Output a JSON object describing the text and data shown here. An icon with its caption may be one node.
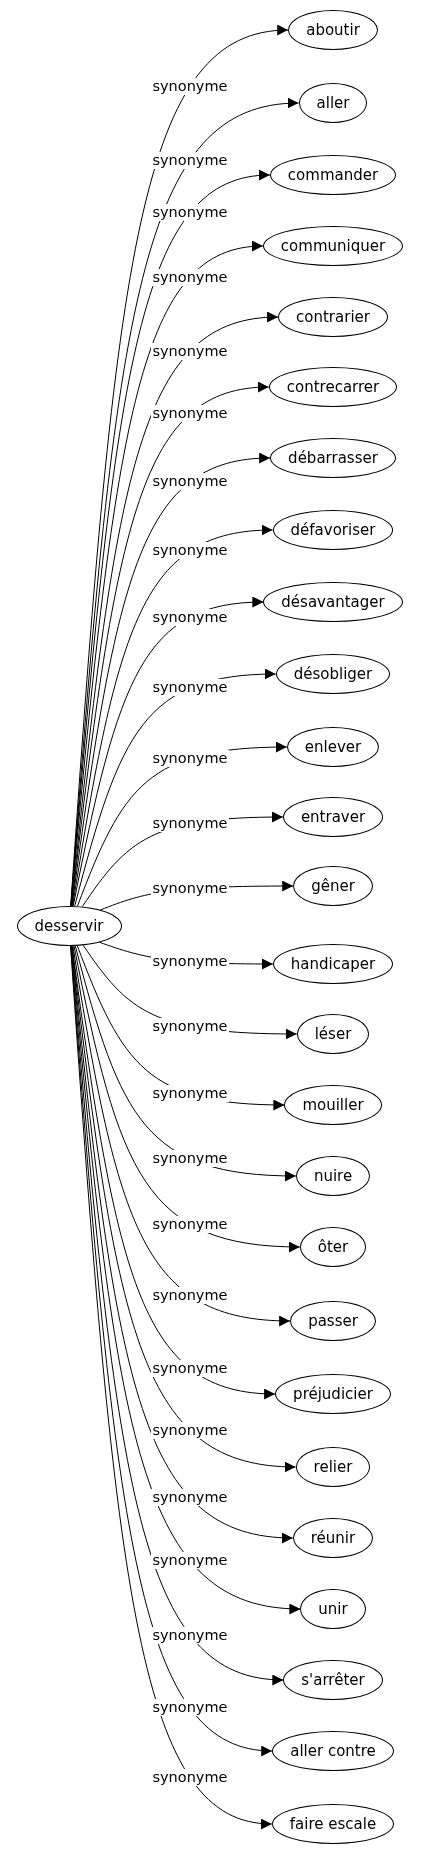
{
  "diagram": {
    "nodes": [
      {
        "text": [
          "desservir"
        ]
      },
      {
        "text": [
          "aboutir"
        ]
      },
      {
        "text": [
          "aller"
        ]
      },
      {
        "text": [
          "commander"
        ]
      },
      {
        "text": [
          "communiquer"
        ]
      },
      {
        "text": [
          "contrarier"
        ]
      },
      {
        "text": [
          "contrecarrer"
        ]
      },
      {
        "text": [
          "débarrasser"
        ]
      },
      {
        "text": [
          "défavoriser"
        ]
      },
      {
        "text": [
          "désavantager"
        ]
      },
      {
        "text": [
          "désobliger"
        ]
      },
      {
        "text": [
          "enlever"
        ]
      },
      {
        "text": [
          "entraver"
        ]
      },
      {
        "text": [
          "gêner"
        ]
      },
      {
        "text": [
          "handicaper"
        ]
      },
      {
        "text": [
          "léser"
        ]
      },
      {
        "text": [
          "mouiller"
        ]
      },
      {
        "text": [
          "nuire"
        ]
      },
      {
        "text": [
          "ôter"
        ]
      },
      {
        "text": [
          "passer"
        ]
      },
      {
        "text": [
          "préjudicier"
        ]
      },
      {
        "text": [
          "relier"
        ]
      },
      {
        "text": [
          "réunir"
        ]
      },
      {
        "text": [
          "unir"
        ]
      },
      {
        "text": [
          "s'arrêter"
        ]
      },
      {
        "text": [
          "aller contre"
        ]
      },
      {
        "text": [
          "faire escale"
        ]
      }
    ],
    "edges": [
      {
        "from": 0,
        "to": 1,
        "arrow": "to",
        "label": "synonyme"
      },
      {
        "from": 0,
        "to": 2,
        "arrow": "to",
        "label": "synonyme"
      },
      {
        "from": 0,
        "to": 3,
        "arrow": "to",
        "label": "synonyme"
      },
      {
        "from": 0,
        "to": 4,
        "arrow": "to",
        "label": "synonyme"
      },
      {
        "from": 0,
        "to": 5,
        "arrow": "to",
        "label": "synonyme"
      },
      {
        "from": 0,
        "to": 6,
        "arrow": "to",
        "label": "synonyme"
      },
      {
        "from": 0,
        "to": 7,
        "arrow": "to",
        "label": "synonyme"
      },
      {
        "from": 0,
        "to": 8,
        "arrow": "to",
        "label": "synonyme"
      },
      {
        "from": 0,
        "to": 9,
        "arrow": "to",
        "label": "synonyme"
      },
      {
        "from": 0,
        "to": 10,
        "arrow": "to",
        "label": "synonyme"
      },
      {
        "from": 0,
        "to": 11,
        "arrow": "to",
        "label": "synonyme"
      },
      {
        "from": 0,
        "to": 12,
        "arrow": "to",
        "label": "synonyme"
      },
      {
        "from": 0,
        "to": 13,
        "arrow": "to",
        "label": "synonyme"
      },
      {
        "from": 0,
        "to": 14,
        "arrow": "to",
        "label": "synonyme"
      },
      {
        "from": 0,
        "to": 15,
        "arrow": "to",
        "label": "synonyme"
      },
      {
        "from": 0,
        "to": 16,
        "arrow": "to",
        "label": "synonyme"
      },
      {
        "from": 0,
        "to": 17,
        "arrow": "to",
        "label": "synonyme"
      },
      {
        "from": 0,
        "to": 18,
        "arrow": "to",
        "label": "synonyme"
      },
      {
        "from": 0,
        "to": 19,
        "arrow": "to",
        "label": "synonyme"
      },
      {
        "from": 0,
        "to": 20,
        "arrow": "to",
        "label": "synonyme"
      },
      {
        "from": 0,
        "to": 21,
        "arrow": "to",
        "label": "synonyme"
      },
      {
        "from": 0,
        "to": 22,
        "arrow": "to",
        "label": "synonyme"
      },
      {
        "from": 0,
        "to": 23,
        "arrow": "to",
        "label": "synonyme"
      },
      {
        "from": 0,
        "to": 24,
        "arrow": "to",
        "label": "synonyme"
      },
      {
        "from": 0,
        "to": 25,
        "arrow": "to",
        "label": "synonyme"
      },
      {
        "from": 0,
        "to": 26,
        "arrow": "to",
        "label": "synonyme"
      }
    ]
  }
}
